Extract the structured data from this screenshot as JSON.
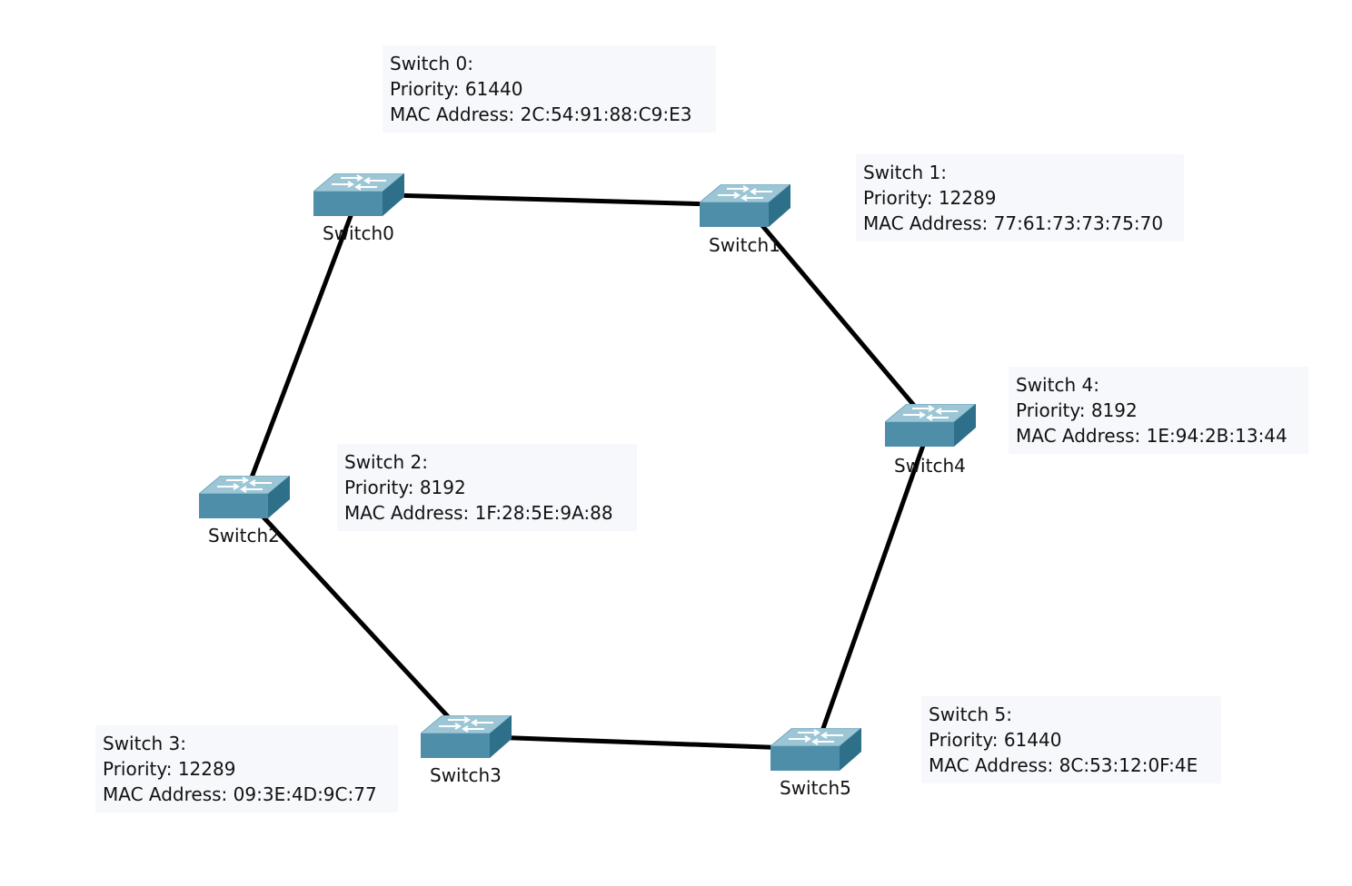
{
  "colors": {
    "link": "#000000",
    "switch_top": "#9cc6d6",
    "switch_front": "#4f8ea8",
    "switch_side": "#2e6f8a",
    "note_bg": "#f7f8fc"
  },
  "switches": [
    {
      "id": "Switch0",
      "label": "Switch0"
    },
    {
      "id": "Switch1",
      "label": "Switch1"
    },
    {
      "id": "Switch2",
      "label": "Switch2"
    },
    {
      "id": "Switch3",
      "label": "Switch3"
    },
    {
      "id": "Switch4",
      "label": "Switch4"
    },
    {
      "id": "Switch5",
      "label": "Switch5"
    }
  ],
  "links": [
    [
      "Switch0",
      "Switch1"
    ],
    [
      "Switch0",
      "Switch2"
    ],
    [
      "Switch1",
      "Switch4"
    ],
    [
      "Switch2",
      "Switch3"
    ],
    [
      "Switch3",
      "Switch5"
    ],
    [
      "Switch4",
      "Switch5"
    ]
  ],
  "notes": [
    {
      "title": "Switch 0:",
      "priority": "Priority: 61440",
      "mac": "MAC Address: 2C:54:91:88:C9:E3"
    },
    {
      "title": "Switch 1:",
      "priority": "Priority: 12289",
      "mac": "MAC Address: 77:61:73:73:75:70"
    },
    {
      "title": "Switch 2:",
      "priority": "Priority: 8192",
      "mac": "MAC Address: 1F:28:5E:9A:88"
    },
    {
      "title": "Switch 3:",
      "priority": "Priority: 12289",
      "mac": "MAC Address: 09:3E:4D:9C:77"
    },
    {
      "title": "Switch 4:",
      "priority": "Priority: 8192",
      "mac": "MAC Address: 1E:94:2B:13:44"
    },
    {
      "title": "Switch 5:",
      "priority": "Priority: 61440",
      "mac": "MAC Address: 8C:53:12:0F:4E"
    }
  ]
}
